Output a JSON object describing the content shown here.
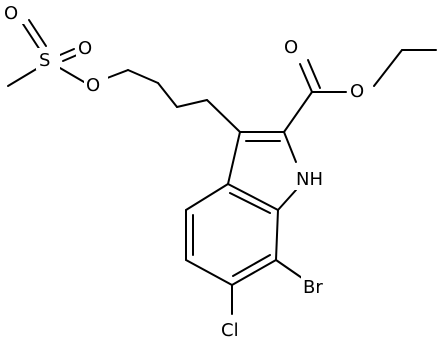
{
  "atoms": {
    "o_sulfonyl_top": "O",
    "s": "S",
    "o_sulfonyl_right": "O",
    "o_ester_link": "O",
    "o_carbonyl": "O",
    "o_ethoxy": "O",
    "nh": "NH",
    "br": "Br",
    "cl": "Cl"
  },
  "colors": {
    "bond": "#000000",
    "label": "#000000",
    "background": "#ffffff"
  }
}
